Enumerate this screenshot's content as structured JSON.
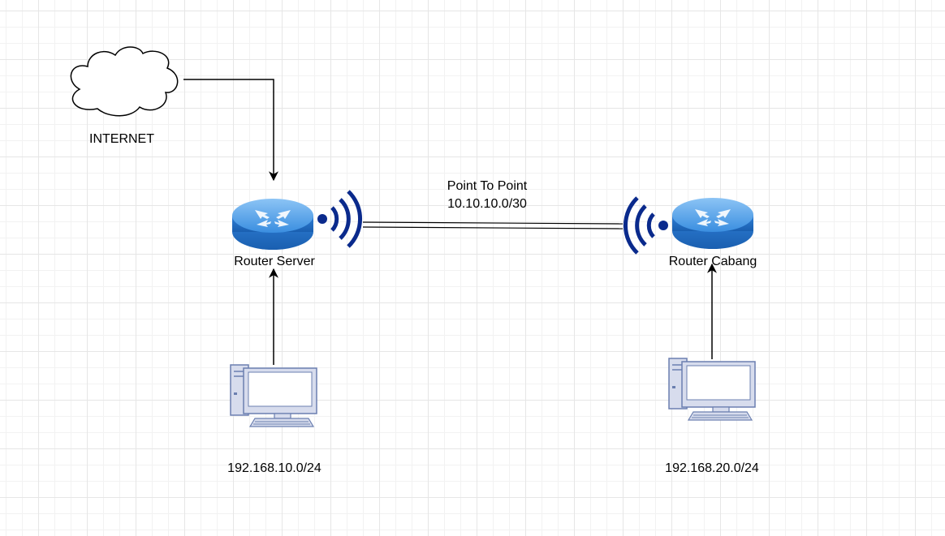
{
  "diagram": {
    "nodes": {
      "internet": {
        "label": "INTERNET",
        "icon": "cloud-icon"
      },
      "router_server": {
        "label": "Router Server",
        "icon": "router-icon"
      },
      "router_cabang": {
        "label": "Router Cabang",
        "icon": "router-icon"
      },
      "pc_server": {
        "label": "192.168.10.0/24",
        "icon": "desktop-computer-icon"
      },
      "pc_cabang": {
        "label": "192.168.20.0/24",
        "icon": "desktop-computer-icon"
      }
    },
    "link": {
      "line1": "Point To Point",
      "line2": "10.10.10.0/30"
    },
    "colors": {
      "router_blue": "#3a8ee0",
      "router_dark": "#1a5fb0",
      "wireless": "#0a2a8c",
      "pc_frame": "#6b7fb0",
      "pc_fill": "#d7dced",
      "grid": "#e6e6e6"
    }
  }
}
